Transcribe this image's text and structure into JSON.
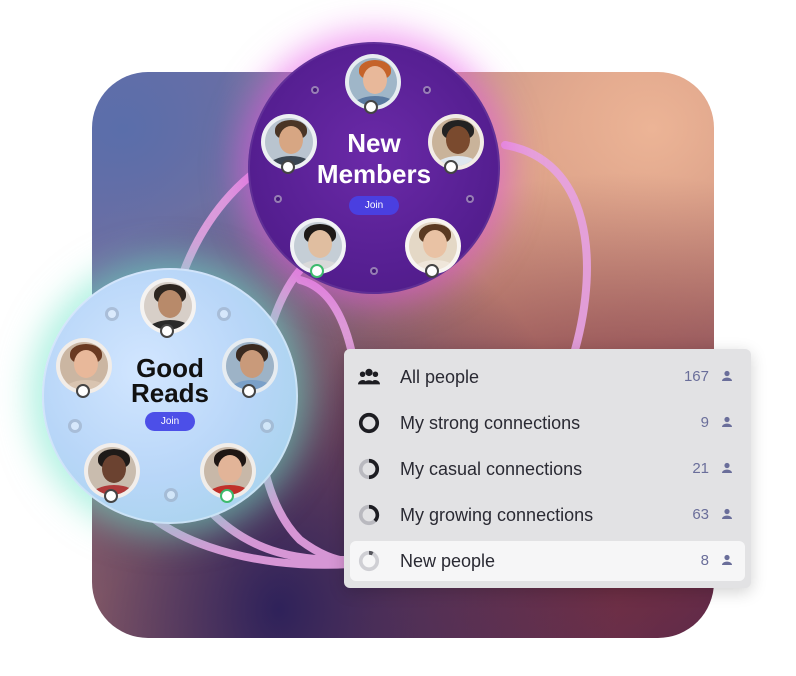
{
  "circles": {
    "new_members": {
      "title_line1": "New",
      "title_line2": "Members",
      "join_label": "Join",
      "glow_color": "#e650e6"
    },
    "good_reads": {
      "title_line1": "Good",
      "title_line2": "Reads",
      "join_label": "Join",
      "glow_color": "#6ee6c8"
    }
  },
  "panel": {
    "items": [
      {
        "label": "All people",
        "count": "167",
        "icon": "people-group-icon",
        "active": false
      },
      {
        "label": "My strong connections",
        "count": "9",
        "icon": "ring-full-icon",
        "active": false
      },
      {
        "label": "My casual connections",
        "count": "21",
        "icon": "ring-half-icon",
        "active": false
      },
      {
        "label": "My growing connections",
        "count": "63",
        "icon": "ring-partial-icon",
        "active": false
      },
      {
        "label": "New people",
        "count": "8",
        "icon": "ring-faint-icon",
        "active": true
      }
    ]
  },
  "colors": {
    "accent": "#4a3fe0",
    "connector": "#e8a0e0",
    "count_text": "#6a6e9a"
  }
}
